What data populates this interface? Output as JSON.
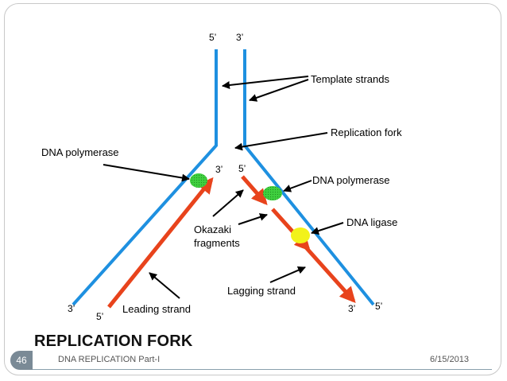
{
  "slide": {
    "title": "REPLICATION FORK",
    "footer_text": "DNA REPLICATION Part-I",
    "slide_number": "46",
    "date": "6/15/2013"
  },
  "diagram": {
    "labels": {
      "top_5": "5’",
      "top_3": "3’",
      "template_strands": "Template strands",
      "replication_fork": "Replication fork",
      "dna_polymerase_left": "DNA polymerase",
      "dna_polymerase_right": "DNA polymerase",
      "dna_ligase": "DNA ligase",
      "okazaki_line1": "Okazaki",
      "okazaki_line2": "fragments",
      "leading_strand": "Leading strand",
      "lagging_strand": "Lagging strand",
      "left_mid_3": "3’",
      "right_mid_5": "5’",
      "bottom_left_3": "3’",
      "bottom_left_5": "5’",
      "bottom_right_3": "3’",
      "bottom_right_5": "5’"
    },
    "colors": {
      "template_strand": "#1e90e0",
      "new_strand": "#e8431c",
      "polymerase": "#3fcf3f",
      "ligase": "#f2f21a",
      "pointer": "#000000"
    }
  }
}
